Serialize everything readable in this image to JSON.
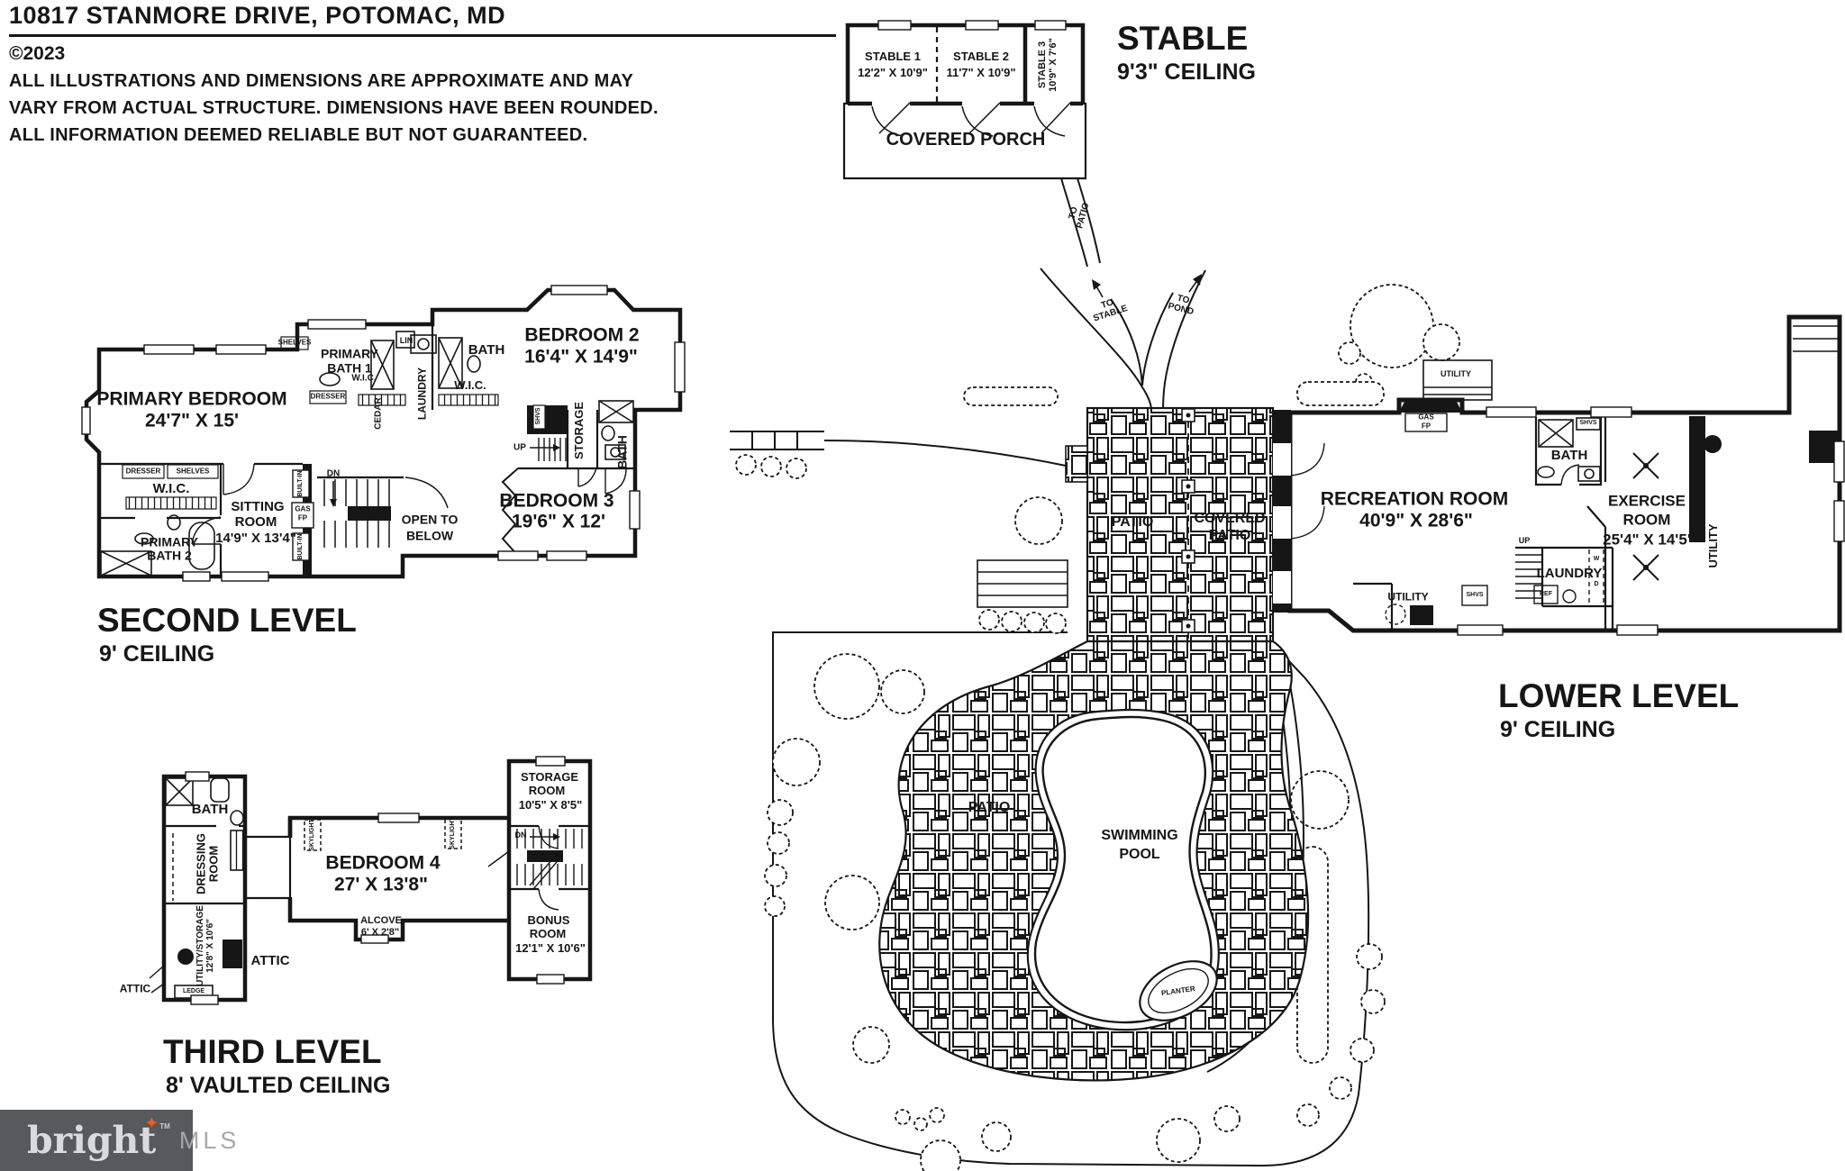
{
  "header": {
    "title": "10817 STANMORE DRIVE, POTOMAC, MD",
    "copyright": "©2023",
    "disclaimer1": "ALL ILLUSTRATIONS AND DIMENSIONS ARE APPROXIMATE AND MAY",
    "disclaimer2": "VARY FROM ACTUAL STRUCTURE. DIMENSIONS HAVE BEEN ROUNDED.",
    "disclaimer3": "ALL INFORMATION DEEMED RELIABLE BUT NOT GUARANTEED."
  },
  "stable": {
    "title": "STABLE",
    "ceiling": "9'3\" CEILING",
    "stall1_name": "STABLE 1",
    "stall1_dims": "12'2\" X 10'9\"",
    "stall2_name": "STABLE 2",
    "stall2_dims": "11'7\" X 10'9\"",
    "stall3_name": "STABLE 3",
    "stall3_dims": "10'9\" X 7'6\"",
    "porch": "COVERED PORCH",
    "to_patio_1": "TO",
    "to_patio_2": "PATIO"
  },
  "second": {
    "title": "SECOND LEVEL",
    "ceiling": "9' CEILING",
    "primary_bedroom_name": "PRIMARY BEDROOM",
    "primary_bedroom_dims": "24'7\" X 15'",
    "bedroom2_name": "BEDROOM 2",
    "bedroom2_dims": "16'4\" X 14'9\"",
    "bedroom3_name": "BEDROOM 3",
    "bedroom3_dims": "19'6\" X 12'",
    "sitting1": "SITTING",
    "sitting2": "ROOM",
    "sitting_dims": "14'9\" X 13'4\"",
    "primary_bath1_l1": "PRIMARY",
    "primary_bath1_l2": "BATH 1",
    "primary_bath2_l1": "PRIMARY",
    "primary_bath2_l2": "BATH 2",
    "wic_primary": "W.I.C.",
    "wic_mid": "W.I.C.",
    "wic_bed2": "W.I.C.",
    "cedar": "CEDAR",
    "laundry": "LAUNDRY",
    "bath_hall": "BATH",
    "bath_right": "BATH",
    "lin": "LIN",
    "shelves_top": "SHELVES",
    "shelves_wic": "SHELVES",
    "dresser_wic": "DRESSER",
    "dresser_mid": "DRESSER",
    "storage": "STORAGE",
    "open1": "OPEN TO",
    "open2": "BELOW",
    "gas1": "GAS",
    "gas2": "FP",
    "builtin1": "BUILT-IN",
    "builtin2": "BUILT-IN",
    "dn": "DN",
    "up": "UP",
    "shvs": "SHVS"
  },
  "third": {
    "title": "THIRD LEVEL",
    "ceiling": "8' VAULTED CEILING",
    "bedroom4_name": "BEDROOM 4",
    "bedroom4_dims": "27' X 13'8\"",
    "alcove": "ALCOVE",
    "alcove_dims": "6' X 2'8\"",
    "storage1": "STORAGE",
    "storage2": "ROOM",
    "storage_dims": "10'5\" X 8'5\"",
    "bonus1": "BONUS",
    "bonus2": "ROOM",
    "bonus_dims": "12'1\" X 10'6\"",
    "bath": "BATH",
    "dressing1": "DRESSING",
    "dressing2": "ROOM",
    "utility_storage": "UTILITY/STORAGE",
    "utility_storage_dims": "12'8\" X 10'6\"",
    "attic_left": "ATTIC",
    "attic_right": "ATTIC",
    "ledge": "LEDGE",
    "dn": "DN",
    "skylight1": "SKYLIGHT",
    "skylight2": "SKYLIGHT"
  },
  "lower": {
    "title": "LOWER LEVEL",
    "ceiling": "9' CEILING",
    "rec_name": "RECREATION ROOM",
    "rec_dims": "40'9\" X 28'6\"",
    "ex1": "EXERCISE",
    "ex2": "ROOM",
    "ex_dims": "25'4\" X 14'5\"",
    "bath": "BATH",
    "laundry": "LAUNDRY",
    "utility_right": "UTILITY",
    "utility_bottom": "UTILITY",
    "utility_top": "UTILITY",
    "gas1": "GAS",
    "gas2": "FP",
    "shvs_top": "SHVS",
    "shvs_bottom": "SHVS",
    "ref": "REF",
    "up": "UP",
    "w": "W",
    "d": "D"
  },
  "site": {
    "patio_upper": "PATIO",
    "covered1": "COVERED",
    "covered2": "PATIO",
    "patio_lower": "PATIO",
    "pool1": "SWIMMING",
    "pool2": "POOL",
    "planter": "PLANTER",
    "to_stable_1": "TO",
    "to_stable_2": "STABLE",
    "to_pond_1": "TO",
    "to_pond_2": "POND"
  },
  "logo": {
    "brand": "bright",
    "tm": "TM",
    "mls": "MLS"
  },
  "colors": {
    "ink": "#161616",
    "logo_bg": "#58595b",
    "logo_star": "#f15a29",
    "logo_mls": "#a6a8ab"
  }
}
